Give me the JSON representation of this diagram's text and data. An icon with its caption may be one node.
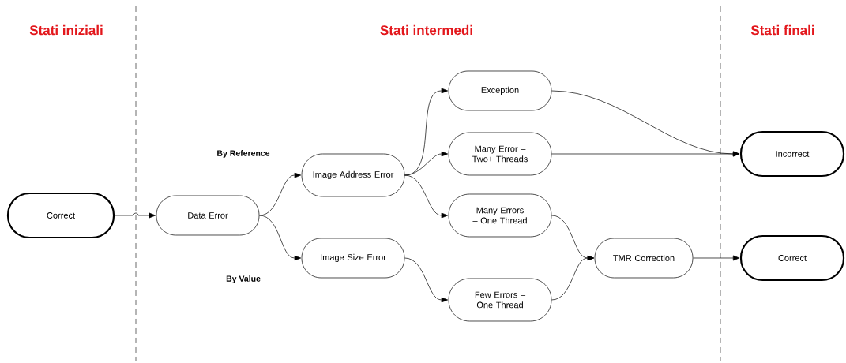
{
  "diagram": {
    "nodes": [
      {
        "text": [
          "Correct"
        ]
      },
      {
        "text": [
          "Data Error"
        ]
      },
      {
        "text": [
          "Image Address Error"
        ]
      },
      {
        "text": [
          "Image Size Error"
        ]
      },
      {
        "text": [
          "Exception"
        ]
      },
      {
        "text": [
          "Many Error – Two+ Threads"
        ]
      },
      {
        "text": [
          "Many Errors – One Thread"
        ]
      },
      {
        "text": [
          "Few Errors – One Thread"
        ]
      },
      {
        "text": [
          "TMR Correction"
        ]
      },
      {
        "text": [
          "Incorrect"
        ]
      },
      {
        "text": [
          "Correct"
        ]
      }
    ],
    "edges": [
      {
        "from": 0,
        "to": 1,
        "arrow": "to"
      },
      {
        "from": 1,
        "to": 2,
        "arrow": "to",
        "label": "By Reference"
      },
      {
        "from": 1,
        "to": 3,
        "arrow": "to",
        "label": "By Value"
      },
      {
        "from": 2,
        "to": 4,
        "arrow": "to"
      },
      {
        "from": 2,
        "to": 5,
        "arrow": "to"
      },
      {
        "from": 2,
        "to": 6,
        "arrow": "to"
      },
      {
        "from": 3,
        "to": 7,
        "arrow": "to"
      },
      {
        "from": 4,
        "to": 9,
        "arrow": "to"
      },
      {
        "from": 5,
        "to": 9,
        "arrow": "to"
      },
      {
        "from": 6,
        "to": 8,
        "arrow": "to"
      },
      {
        "from": 7,
        "to": 8,
        "arrow": "to"
      },
      {
        "from": 8,
        "to": 10,
        "arrow": "to"
      }
    ],
    "labels": [
      "Stati iniziali",
      "Stati intermedi",
      "Stati finali"
    ]
  }
}
